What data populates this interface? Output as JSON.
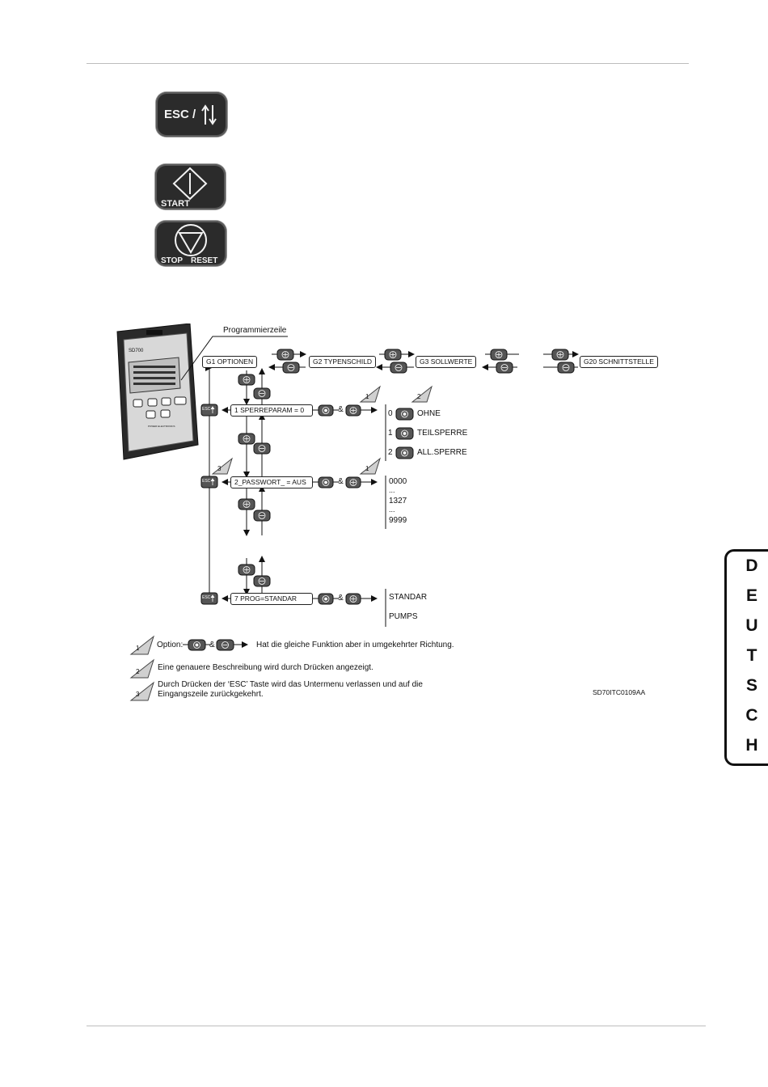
{
  "keys": {
    "esc": "ESC /",
    "start": "START",
    "stop": "STOP",
    "reset": "RESET"
  },
  "diagram": {
    "programmierzeile": "Programmierzeile",
    "groups": [
      "G1 OPTIONEN",
      "G2 TYPENSCHILD",
      "G3 SOLLWERTE",
      "G20 SCHNITTSTELLE"
    ],
    "params": [
      "1 SPERREPARAM = 0",
      "2_PASSWORT_ = AUS",
      "7 PROG=STANDAR"
    ],
    "esc_small": "ESC",
    "amp": "&",
    "sperre_options": [
      {
        "num": "0",
        "label": "OHNE"
      },
      {
        "num": "1",
        "label": "TEILSPERRE"
      },
      {
        "num": "2",
        "label": "ALL.SPERRE"
      }
    ],
    "passwort_values": [
      "0000",
      "...",
      "1327",
      "...",
      "9999"
    ],
    "prog_values": [
      "STANDAR",
      "PUMPS"
    ],
    "triangles": [
      "1",
      "2",
      "3",
      "1"
    ],
    "device": {
      "model": "SD700",
      "brand": "POWER ELECTRONICS"
    }
  },
  "legend": {
    "items": [
      {
        "num": "1",
        "prefix": "Option:",
        "amp": "&",
        "text": "Hat die gleiche Funktion aber in umgekehrter Richtung."
      },
      {
        "num": "2",
        "text": "Eine genauere Beschreibung wird durch Drücken angezeigt."
      },
      {
        "num": "3",
        "text_line1": "Durch Drücken der ‘ESC’ Taste wird das Untermenu verlassen und auf die",
        "text_line2": "Eingangszeile zurückgekehrt."
      }
    ],
    "code": "SD70ITC0109AA"
  },
  "side_tab": [
    "D",
    "E",
    "U",
    "T",
    "S",
    "C",
    "H"
  ]
}
